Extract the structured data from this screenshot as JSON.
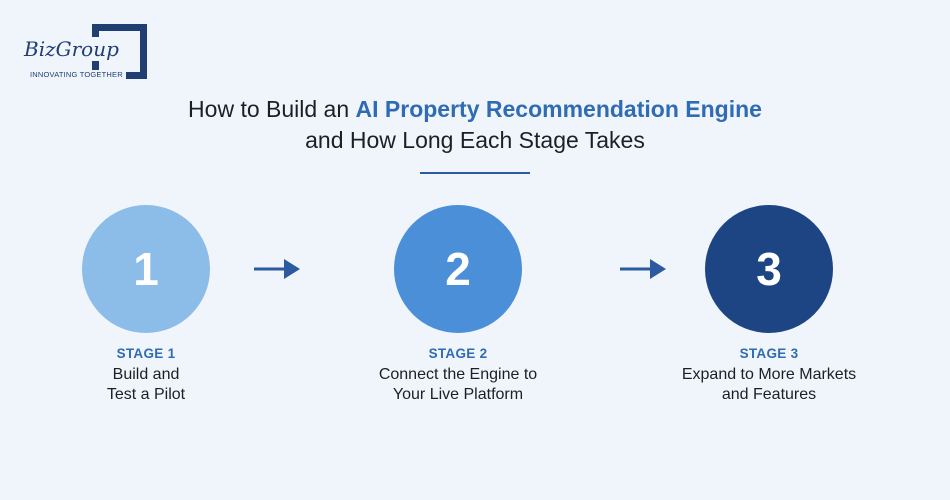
{
  "logo": {
    "name": "BizGroup",
    "tagline": "INNOVATING TOGETHER"
  },
  "title": {
    "prefix": "How to Build an ",
    "accent": "AI Property Recommendation Engine",
    "line2": "and How Long Each Stage Takes"
  },
  "colors": {
    "background": "#f0f4fb",
    "accent": "#2f6cb3",
    "stage1": "#8cbde9",
    "stage2": "#4a8fd8",
    "stage3": "#1d4584",
    "arrow": "#2b5aa0"
  },
  "stages": [
    {
      "number": "1",
      "label": "STAGE 1",
      "desc_line1": "Build and",
      "desc_line2": "Test a Pilot"
    },
    {
      "number": "2",
      "label": "STAGE 2",
      "desc_line1": "Connect the Engine to",
      "desc_line2": "Your Live Platform"
    },
    {
      "number": "3",
      "label": "STAGE 3",
      "desc_line1": "Expand to More Markets",
      "desc_line2": "and Features"
    }
  ],
  "icons": {
    "connector": "arrow-right-icon"
  }
}
